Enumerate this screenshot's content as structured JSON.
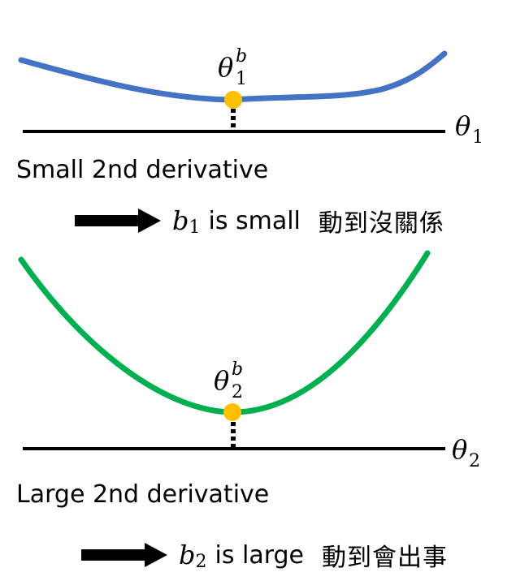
{
  "top_panel": {
    "axis_symbol": "θ",
    "axis_sub": "1",
    "point_symbol": "θ",
    "point_sub": "1",
    "point_sup": "b",
    "curve_color": "#4472C4",
    "caption": "Small 2nd derivative",
    "result_symbol": "b",
    "result_sub": "1",
    "result_text": "is small",
    "result_cjk": "動到沒關係"
  },
  "bottom_panel": {
    "axis_symbol": "θ",
    "axis_sub": "2",
    "point_symbol": "θ",
    "point_sub": "2",
    "point_sup": "b",
    "curve_color": "#00B050",
    "caption": "Large 2nd derivative",
    "result_symbol": "b",
    "result_sub": "2",
    "result_text": "is large",
    "result_cjk": "動到會出事"
  },
  "colors": {
    "point": "#FFC000",
    "axis": "#000000"
  }
}
